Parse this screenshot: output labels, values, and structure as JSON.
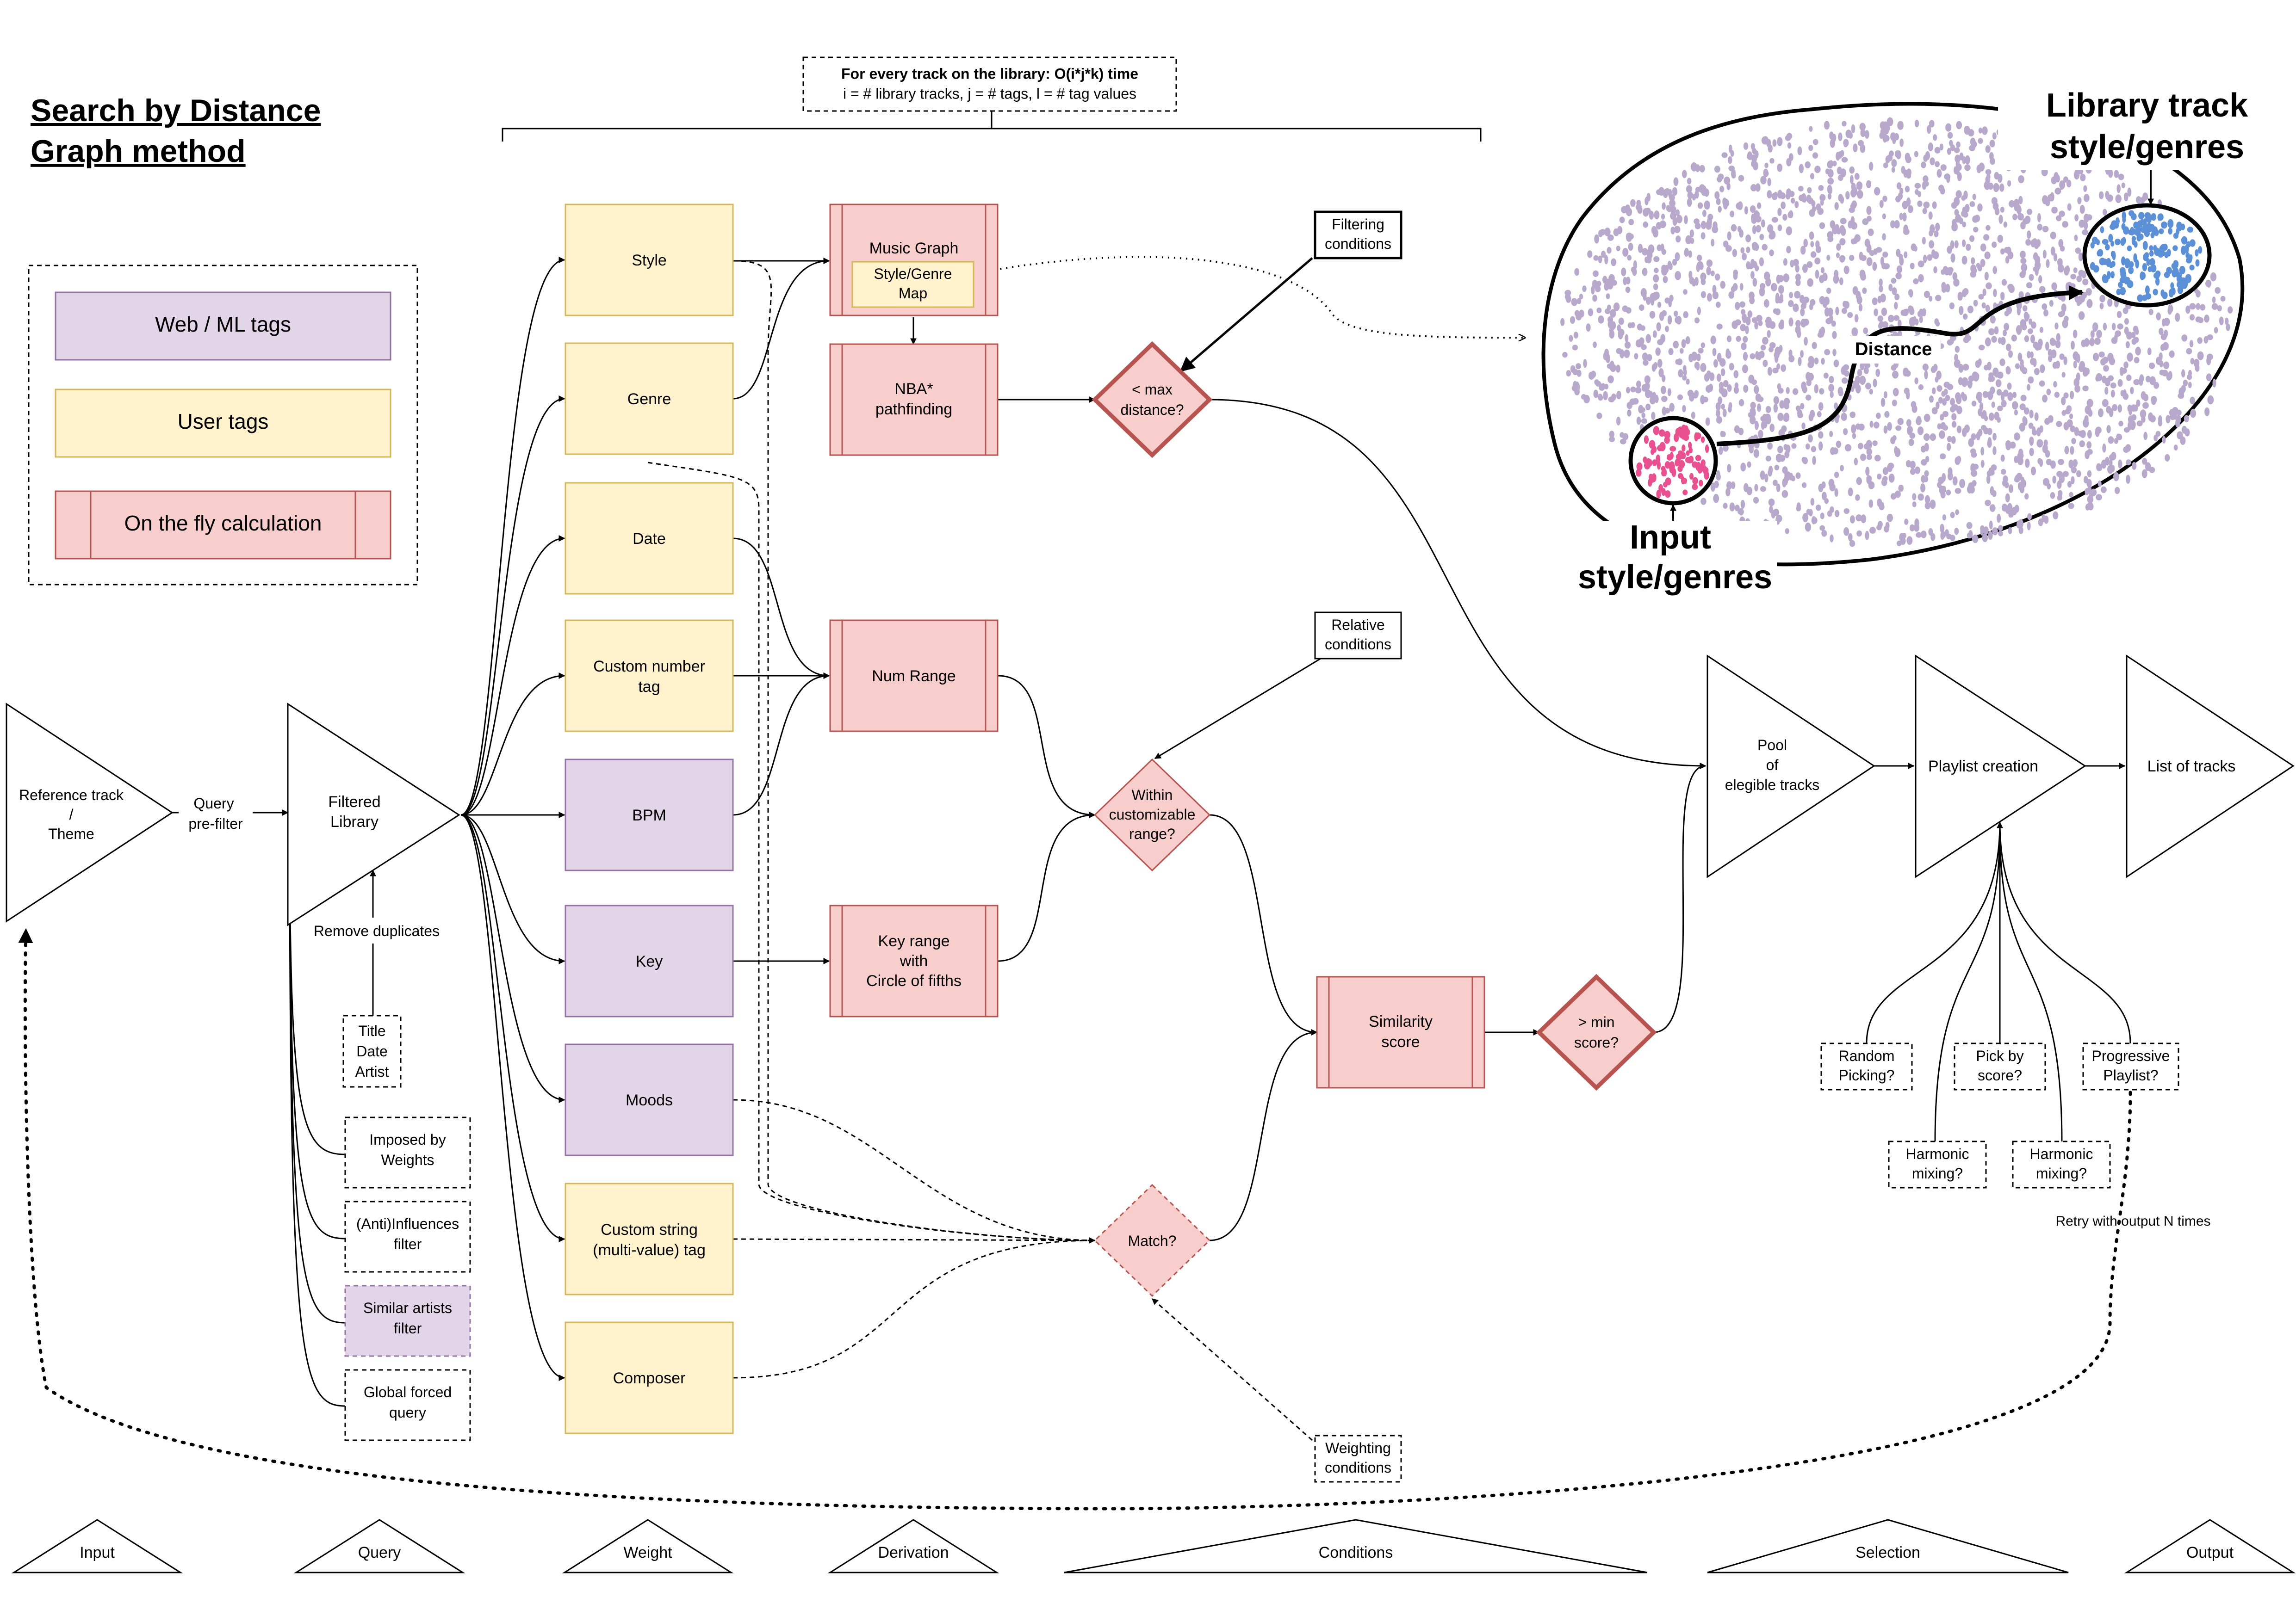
{
  "title": {
    "line1": "Search by Distance",
    "line2": "Graph method"
  },
  "colors": {
    "web_fill": "#e1d5e7",
    "web_stroke": "#9673a6",
    "user_fill": "#fff2cc",
    "user_stroke": "#d6b656",
    "calc_fill": "#f8cecc",
    "calc_stroke": "#b85450",
    "dot_purple": "#b8a8cc",
    "dot_blue": "#5b8fd6",
    "dot_pink": "#e8508f"
  },
  "legend": {
    "web": "Web / ML tags",
    "user": "User tags",
    "calc": "On the fly calculation"
  },
  "complexity": {
    "line1": "For every track on the  library: O(i*j*k) time",
    "line2": "i = # library tracks, j = # tags, l = # tag values"
  },
  "input": {
    "reference": [
      "Reference track",
      "/",
      "Theme"
    ],
    "query_label": [
      "Query",
      "pre-filter"
    ]
  },
  "filtered_library": [
    "Filtered",
    "Library"
  ],
  "remove_duplicates": "Remove duplicates",
  "duplicate_fields": [
    "Title",
    "Date",
    "Artist"
  ],
  "prefilters": [
    {
      "key": "imposed",
      "lines": [
        "Imposed by",
        "Weights"
      ]
    },
    {
      "key": "influences",
      "lines": [
        "(Anti)Influences",
        "filter"
      ]
    },
    {
      "key": "similar",
      "lines": [
        "Similar artists",
        "filter"
      ]
    },
    {
      "key": "global",
      "lines": [
        "Global forced",
        "query"
      ]
    }
  ],
  "tags": [
    {
      "key": "style",
      "lines": [
        "Style"
      ]
    },
    {
      "key": "genre",
      "lines": [
        "Genre"
      ]
    },
    {
      "key": "date",
      "lines": [
        "Date"
      ]
    },
    {
      "key": "custom-number",
      "lines": [
        "Custom number",
        "tag"
      ]
    },
    {
      "key": "bpm",
      "lines": [
        "BPM"
      ]
    },
    {
      "key": "key",
      "lines": [
        "Key"
      ]
    },
    {
      "key": "moods",
      "lines": [
        "Moods"
      ]
    },
    {
      "key": "custom-string",
      "lines": [
        "Custom string",
        "(multi-value) tag"
      ]
    },
    {
      "key": "composer",
      "lines": [
        "Composer"
      ]
    }
  ],
  "derivation": {
    "music_graph": "Music Graph",
    "style_genre_map": [
      "Style/Genre",
      "Map"
    ],
    "nba": [
      "NBA*",
      "pathfinding"
    ],
    "num_range": "Num Range",
    "key_range": [
      "Key range",
      "with",
      "Circle of fifths"
    ]
  },
  "conditions": {
    "filtering": [
      "Filtering",
      "conditions"
    ],
    "relative": [
      "Relative",
      "conditions"
    ],
    "weighting": [
      "Weighting",
      "conditions"
    ],
    "max_distance": [
      "< max",
      "distance?"
    ],
    "within_range": [
      "Within",
      "customizable",
      "range?"
    ],
    "match": "Match?",
    "similarity": [
      "Similarity",
      "score"
    ],
    "min_score": [
      "> min",
      "score?"
    ]
  },
  "graph_illustration": {
    "library_label": [
      "Library track",
      "style/genres"
    ],
    "input_label": [
      "Input",
      "style/genres"
    ],
    "distance_label": "Distance"
  },
  "selection": {
    "pool": [
      "Pool",
      "of",
      "elegible tracks"
    ],
    "playlist": "Playlist creation",
    "output": "List of tracks",
    "options": [
      {
        "key": "random",
        "lines": [
          "Random",
          "Picking?"
        ]
      },
      {
        "key": "pick-score",
        "lines": [
          "Pick by",
          "score?"
        ]
      },
      {
        "key": "progressive",
        "lines": [
          "Progressive",
          "Playlist?"
        ]
      },
      {
        "key": "harmonic-1",
        "lines": [
          "Harmonic",
          "mixing?"
        ]
      },
      {
        "key": "harmonic-2",
        "lines": [
          "Harmonic",
          "mixing?"
        ]
      }
    ],
    "retry": "Retry with output N times"
  },
  "stages": [
    "Input",
    "Query",
    "Weight",
    "Derivation",
    "Conditions",
    "Selection",
    "Output"
  ]
}
